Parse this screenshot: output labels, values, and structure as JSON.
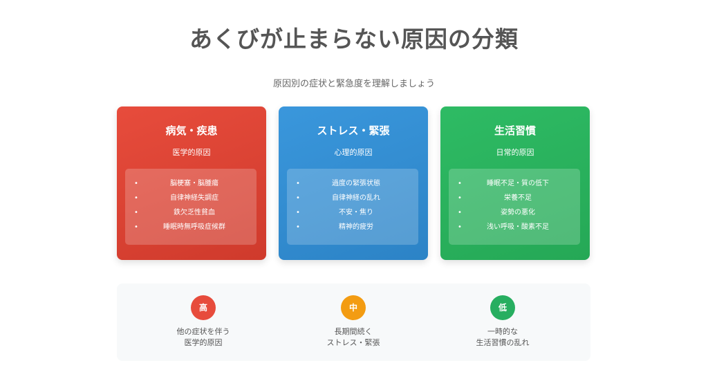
{
  "header": {
    "title": "あくびが止まらない原因の分類",
    "subtitle": "原因別の症状と緊急度を理解しましょう"
  },
  "colors": {
    "disease": "#e74c3c",
    "stress": "#3498db",
    "lifestyle": "#27ae60",
    "mid": "#f39c12"
  },
  "cards": [
    {
      "title": "病気・疾患",
      "subtitle": "医学的原因",
      "items": [
        "脳梗塞・脳腫瘍",
        "自律神経失調症",
        "鉄欠乏性貧血",
        "睡眠時無呼吸症候群"
      ]
    },
    {
      "title": "ストレス・緊張",
      "subtitle": "心理的原因",
      "items": [
        "過度の緊張状態",
        "自律神経の乱れ",
        "不安・焦り",
        "精神的疲労"
      ]
    },
    {
      "title": "生活習慣",
      "subtitle": "日常的原因",
      "items": [
        "睡眠不足・質の低下",
        "栄養不足",
        "姿勢の悪化",
        "浅い呼吸・酸素不足"
      ]
    }
  ],
  "levels": [
    {
      "badge": "高",
      "line1": "他の症状を伴う",
      "line2": "医学的原因"
    },
    {
      "badge": "中",
      "line1": "長期間続く",
      "line2": "ストレス・緊張"
    },
    {
      "badge": "低",
      "line1": "一時的な",
      "line2": "生活習慣の乱れ"
    }
  ],
  "bullet": "•"
}
